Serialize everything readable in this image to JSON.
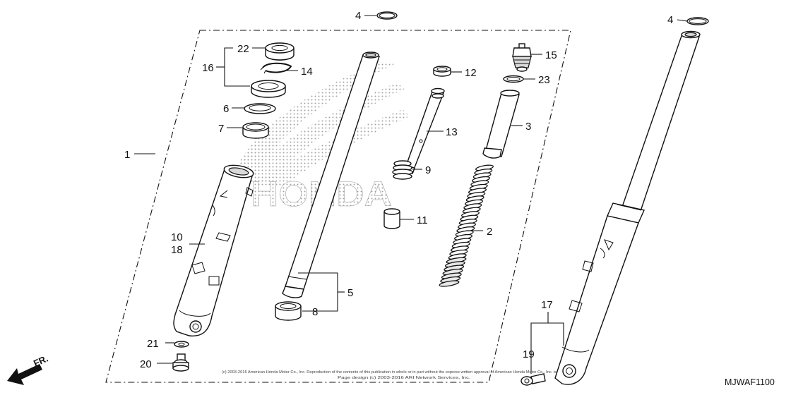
{
  "diagram": {
    "drawing_code": "MJWAF1100",
    "direction_label": "FR.",
    "copyright_line1": "(c) 2003-2016 American Honda Motor Co., Inc. Reproduction of the contents of this publication in whole or in part without the express written approval of American Honda Motor Co., Inc. is",
    "copyright_line2": "Page design (c) 2003-2016 ARI Network Services, Inc.",
    "watermark_text": "HONDA",
    "callouts": {
      "c1": "1",
      "c2": "2",
      "c3": "3",
      "c4a": "4",
      "c4b": "4",
      "c5": "5",
      "c6": "6",
      "c7": "7",
      "c8": "8",
      "c9": "9",
      "c10": "10",
      "c11": "11",
      "c12": "12",
      "c13": "13",
      "c14": "14",
      "c15": "15",
      "c16": "16",
      "c17": "17",
      "c18": "18",
      "c19": "19",
      "c20": "20",
      "c21": "21",
      "c22": "22",
      "c23": "23"
    }
  }
}
